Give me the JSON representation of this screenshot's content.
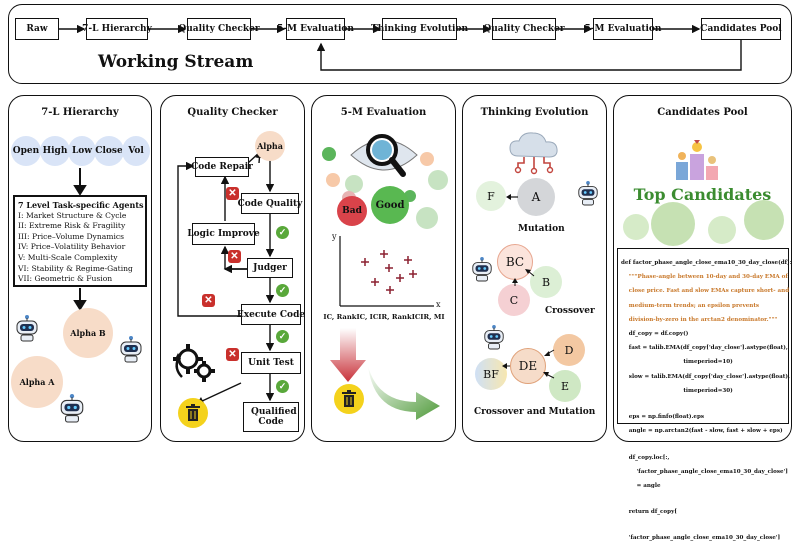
{
  "stream": {
    "title": "Working Stream",
    "steps": [
      "Raw",
      "7-L Hierarchy",
      "Quality Checker",
      "5-M Evaluation",
      "Thinking Evolution",
      "Quality Checker",
      "5-M Evaluation",
      "Candidates Pool"
    ]
  },
  "hierarchy": {
    "title": "7-L Hierarchy",
    "features": [
      "Open",
      "High",
      "Low",
      "Close",
      "Vol"
    ],
    "agents_title": "7 Level Task-specific Agents",
    "agents": [
      "I: Market Structure & Cycle",
      "II: Extreme Risk & Fragility",
      "III: Price–Volume Dynamics",
      "IV: Price–Volatility Behavior",
      "V: Multi-Scale Complexity",
      "VI: Stability & Regime-Gating",
      "VII: Geometric & Fusion"
    ],
    "alpha_b": "Alpha B",
    "alpha_a": "Alpha A"
  },
  "quality": {
    "title": "Quality Checker",
    "alpha": "Alpha",
    "code_repair": "Code Repair",
    "code_quality": "Code Quality",
    "logic_improve": "Logic Improve",
    "judger": "Judger",
    "execute_code": "Execute Code",
    "unit_test": "Unit Test",
    "qualified_code": "Qualified Code"
  },
  "evaluation": {
    "title": "5-M Evaluation",
    "bad": "Bad",
    "good": "Good",
    "axis_y": "y",
    "axis_x": "x",
    "metrics": "IC, RankIC, ICIR, RankICIR, MI"
  },
  "thinking": {
    "title": "Thinking Evolution",
    "f": "F",
    "a": "A",
    "mutation": "Mutation",
    "bc": "BC",
    "b": "B",
    "c": "C",
    "crossover": "Crossover",
    "d": "D",
    "de": "DE",
    "bf": "BF",
    "e": "E",
    "crossover_mutation": "Crossover and Mutation"
  },
  "pool": {
    "title": "Candidates Pool",
    "top": "Top Candidates",
    "code": {
      "l1": "def factor_phase_angle_close_ema10_30_day_close(df):",
      "c1": "    \"\"\"Phase-angle between 10-day and 30-day EMA of",
      "c2": "    close price. Fast and slow EMAs capture short- and",
      "c3": "    medium-term trends; an epsilon prevents",
      "c4": "    division-by-zero in the arctan2 denominator.\"\"\"",
      "l2": "    df_copy = df.copy()",
      "l3": "    fast = talib.EMA(df_copy['day_close'].astype(float),",
      "l4": "                                timeperiod=10)",
      "l5": "    slow = talib.EMA(df_copy['day_close'].astype(float),",
      "l6": "                                timeperiod=30)",
      "l7": "    eps = np.finfo(float).eps",
      "l8": "    angle = np.arctan2(fast - slow, fast + slow + eps)",
      "l9": "    df_copy.loc[:,",
      "l10": "        'factor_phase_angle_close_ema10_30_day_close']",
      "l11": "        = angle",
      "l12": "    return df_copy[",
      "l13": "    'factor_phase_angle_close_ema10_30_day_close']"
    }
  }
}
